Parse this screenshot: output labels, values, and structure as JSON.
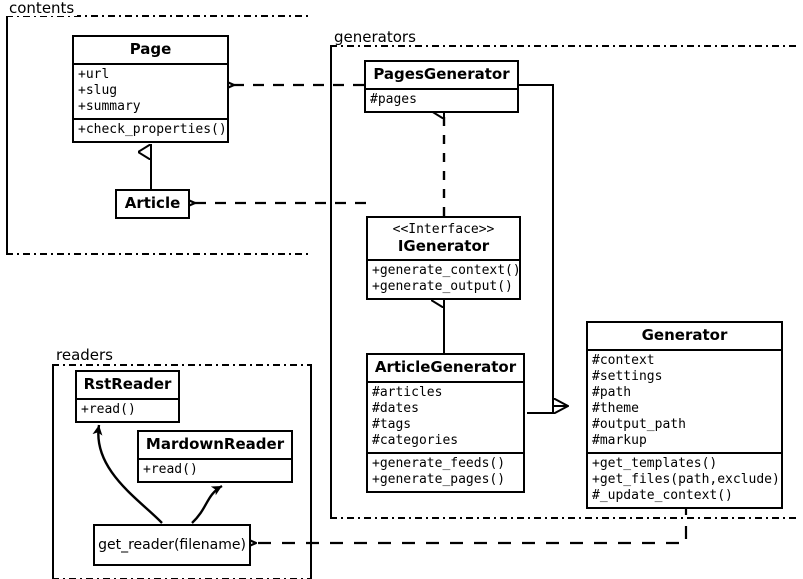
{
  "diagram": {
    "title": "pelican-uml-class-diagram",
    "stroke_color": "#000000",
    "background": "#ffffff"
  },
  "packages": [
    {
      "id": "contents",
      "label": "contents"
    },
    {
      "id": "generators",
      "label": "generators"
    },
    {
      "id": "readers",
      "label": "readers"
    }
  ],
  "classes": {
    "page": {
      "name": "Page",
      "attributes": [
        "+url",
        "+slug",
        "+summary"
      ],
      "operations": [
        "+check_properties()"
      ]
    },
    "article": {
      "name": "Article",
      "attributes": [],
      "operations": []
    },
    "pages_generator": {
      "name": "PagesGenerator",
      "attributes": [
        "#pages"
      ],
      "operations": []
    },
    "igenerator": {
      "stereotype": "<<Interface>>",
      "name": "IGenerator",
      "attributes": [],
      "operations": [
        "+generate_context()",
        "+generate_output()"
      ]
    },
    "article_generator": {
      "name": "ArticleGenerator",
      "attributes": [
        "#articles",
        "#dates",
        "#tags",
        "#categories"
      ],
      "operations": [
        "+generate_feeds()",
        "+generate_pages()"
      ]
    },
    "generator": {
      "name": "Generator",
      "attributes": [
        "#context",
        "#settings",
        "#path",
        "#theme",
        "#output_path",
        "#markup"
      ],
      "operations": [
        "+get_templates()",
        "+get_files(path,exclude)",
        "#_update_context()"
      ]
    },
    "rst_reader": {
      "name": "RstReader",
      "attributes": [],
      "operations": [
        "+read()"
      ]
    },
    "mardown_reader": {
      "name": "MardownReader",
      "attributes": [],
      "operations": [
        "+read()"
      ]
    },
    "get_reader": {
      "name": "get_reader(filename)"
    }
  },
  "relations": [
    {
      "id": "article-inherits-page",
      "type": "generalization",
      "from": "Article",
      "to": "Page"
    },
    {
      "id": "pagesgenerator-realizes-igen",
      "type": "realization",
      "from": "PagesGenerator",
      "to": "IGenerator"
    },
    {
      "id": "articlegenerator-realizes-igen",
      "type": "realization",
      "from": "ArticleGenerator",
      "to": "IGenerator"
    },
    {
      "id": "pagesgenerator-inherits-gen",
      "type": "generalization",
      "from": "PagesGenerator",
      "to": "Generator"
    },
    {
      "id": "articlegenerator-inherits-gen",
      "type": "generalization",
      "from": "ArticleGenerator",
      "to": "Generator"
    },
    {
      "id": "pagesgenerator-uses-page",
      "type": "dependency",
      "from": "PagesGenerator",
      "to": "Page"
    },
    {
      "id": "articlegenerator-uses-article",
      "type": "dependency",
      "from": "ArticleGenerator",
      "to": "Article"
    },
    {
      "id": "generator-uses-get-reader",
      "type": "dependency",
      "from": "Generator",
      "to": "get_reader(filename)"
    },
    {
      "id": "get-reader-returns-rstreader",
      "type": "association",
      "from": "get_reader(filename)",
      "to": "RstReader"
    },
    {
      "id": "get-reader-returns-mardown",
      "type": "association",
      "from": "get_reader(filename)",
      "to": "MardownReader"
    }
  ]
}
